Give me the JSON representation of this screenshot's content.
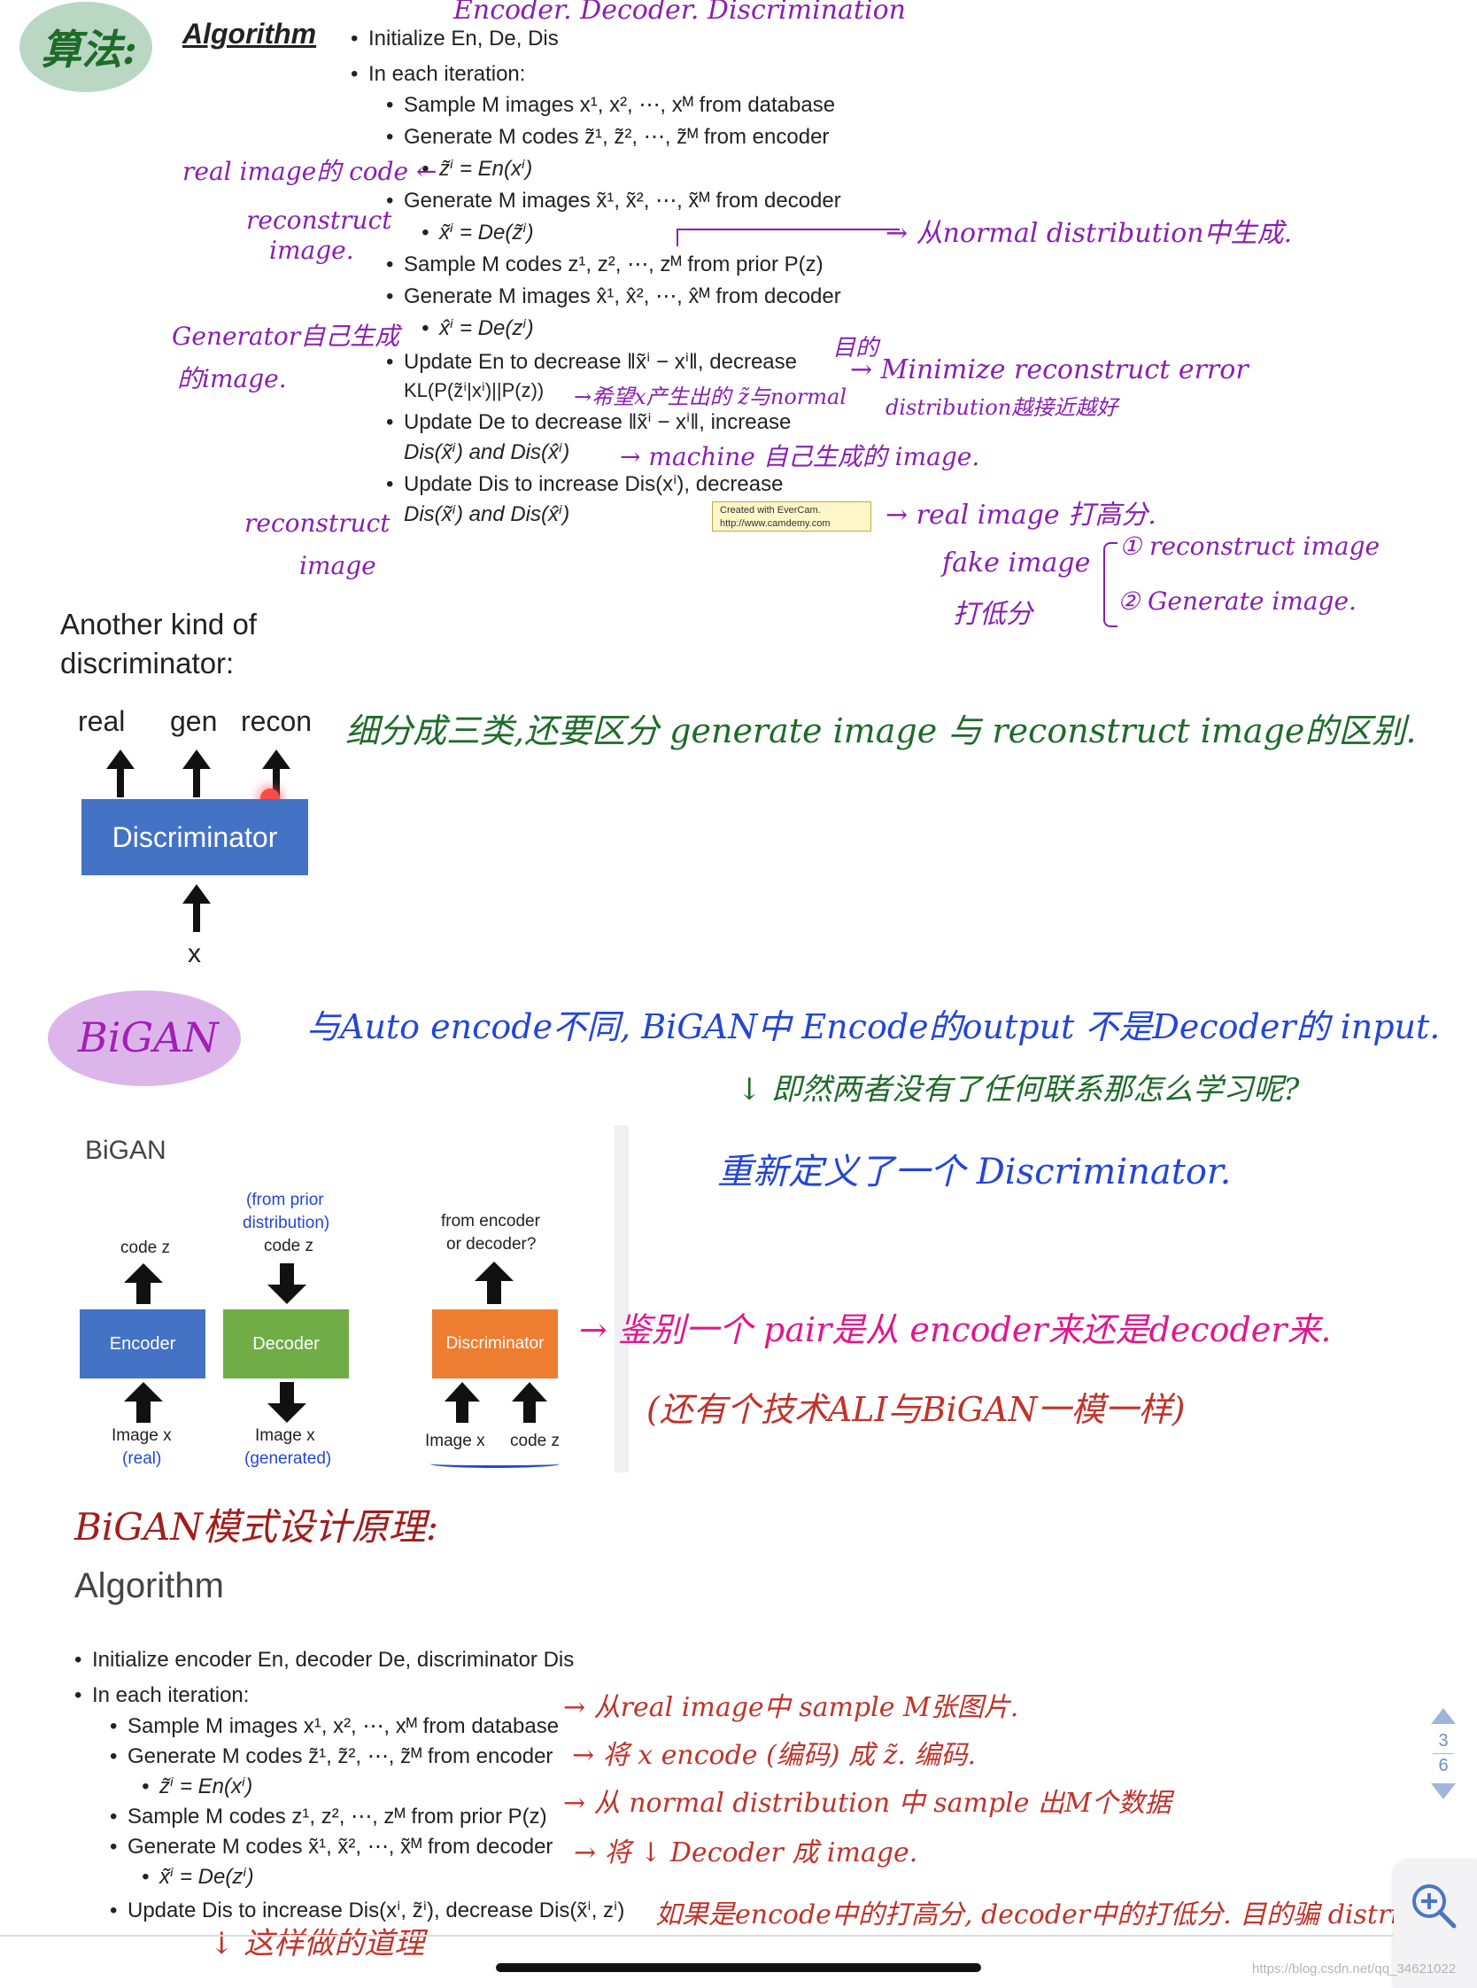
{
  "header": {
    "badge": "算法:",
    "title": "Algorithm",
    "top_note": "Encoder. Decoder. Discrimination"
  },
  "algo1": {
    "lines": [
      "Initialize En, De, Dis",
      "In each iteration:",
      "Sample M images x¹, x², ⋯, xᴹ from database",
      "Generate M codes z̃¹, z̃², ⋯, z̃ᴹ from encoder",
      "z̃ⁱ = En(xⁱ)",
      "Generate M images x̃¹, x̃², ⋯, x̃ᴹ from decoder",
      "x̃ⁱ = De(z̃ⁱ)",
      "Sample M codes z¹, z², ⋯, zᴹ from prior P(z)",
      "Generate M images x̂¹, x̂², ⋯, x̂ᴹ from decoder",
      "x̂ⁱ = De(zⁱ)",
      "Update En to decrease ‖x̃ⁱ − xⁱ‖, decrease",
      "KL(P(z̃ⁱ|xⁱ)||P(z))",
      "Update De to decrease ‖x̃ⁱ − xⁱ‖, increase",
      "Dis(x̃ⁱ) and Dis(x̂ⁱ)",
      "Update Dis to increase Dis(xⁱ), decrease",
      "Dis(x̃ⁱ) and Dis(x̂ⁱ)"
    ],
    "evercam": [
      "Created with EverCam.",
      "http://www.camdemy.com"
    ]
  },
  "notes1": {
    "real_code": "real image的 code ←",
    "reconstruct_1": "reconstruct",
    "reconstruct_2": "image.",
    "normal": "→ 从normal distribution中生成.",
    "generator_1": "Generator自己生成",
    "generator_2": "的image.",
    "mudi": "目的",
    "minimize": "→ Minimize reconstruct error",
    "kl_note": "→希望x产生出的 z̃与normal",
    "kl_note2": "distribution越接近越好",
    "machine": "→ machine 自己生成的 image.",
    "recon_img_1": "reconstruct",
    "recon_img_2": "image",
    "real_high": "→ real image 打高分.",
    "fake_1": "fake image",
    "fake_2": "打低分",
    "opt1": "① reconstruct image",
    "opt2": "② Generate image."
  },
  "disc_section": {
    "title_1": "Another kind of",
    "title_2": "discriminator:",
    "labels": [
      "real",
      "gen",
      "recon"
    ],
    "box": "Discriminator",
    "input": "x",
    "note": "细分成三类,还要区分 generate image 与 reconstruct image的区别."
  },
  "bigan": {
    "badge": "BiGAN",
    "note1": "与Auto encode不同, BiGAN中 Encode的output 不是Decoder的 input.",
    "note2": "↓ 即然两者没有了任何联系那怎么学习呢?",
    "note3": "重新定义了一个 Discriminator.",
    "slide_title": "BiGAN",
    "encoder": {
      "top": "code z",
      "box": "Encoder",
      "bottom1": "Image x",
      "bottom2": "(real)"
    },
    "decoder": {
      "top0": "(from prior",
      "top1": "distribution)",
      "top2": "code z",
      "box": "Decoder",
      "bottom1": "Image x",
      "bottom2": "(generated)"
    },
    "disc": {
      "top1": "from encoder",
      "top2": "or decoder?",
      "box": "Discriminator",
      "b1": "Image x",
      "b2": "code z"
    },
    "pink_note": "→ 鉴别一个 pair是从 encoder来还是decoder来.",
    "red_note": "(还有个技术ALI与BiGAN一模一样)"
  },
  "principle": {
    "heading": "BiGAN模式设计原理:",
    "algo_title": "Algorithm",
    "lines": [
      "Initialize encoder En, decoder De, discriminator Dis",
      "In each iteration:",
      "Sample M images x¹, x², ⋯, xᴹ from database",
      "Generate M codes z̃¹, z̃², ⋯, z̃ᴹ from encoder",
      "z̃ⁱ = En(xⁱ)",
      "Sample M codes z¹, z², ⋯, zᴹ from prior P(z)",
      "Generate M codes x̃¹, x̃², ⋯, x̃ᴹ from decoder",
      "x̃ⁱ = De(zⁱ)",
      "Update Dis to increase Dis(xⁱ, z̃ⁱ), decrease Dis(x̃ⁱ, zⁱ)"
    ],
    "n1": "→ 从real image中 sample M张图片.",
    "n2": "→ 将 x encode (编码) 成 z̃. 编码.",
    "n3": "→ 从 normal distribution 中 sample 出M个数据",
    "n4": "→ 将 ↓ Decoder 成 image.",
    "n5": "如果是encode中的打高分, decoder中的打低分. 目的骗 distri",
    "n6": "↓ 这样做的道理"
  },
  "nav": {
    "page": "3",
    "total": "6"
  },
  "watermark": "https://blog.csdn.net/qq_34621022"
}
